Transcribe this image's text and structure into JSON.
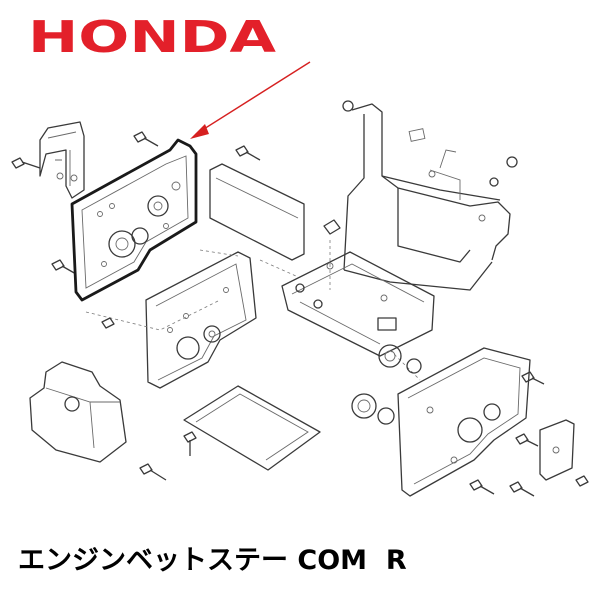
{
  "brand": {
    "logo_text": "HONDA",
    "logo_color": "#e3202a"
  },
  "caption": "エンジンベットステー COM  R",
  "arrow_color": "#d62020",
  "diagram": {
    "highlighted_part": "engine-bed-stay-com-r"
  }
}
